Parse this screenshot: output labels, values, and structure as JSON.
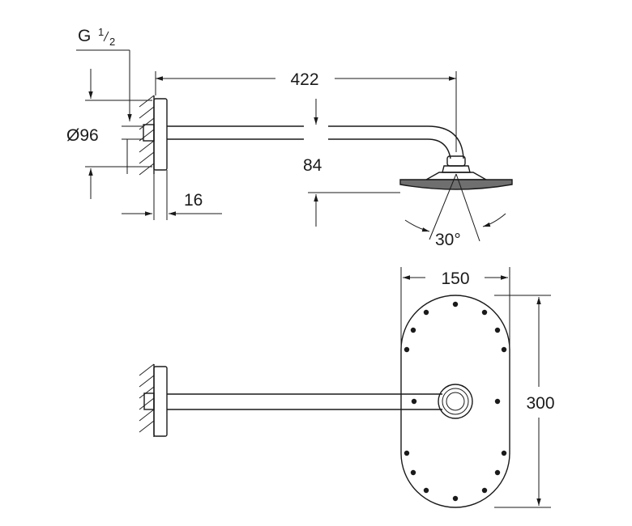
{
  "dimensions": {
    "thread": "G",
    "thread_num": "1",
    "thread_den": "2",
    "diameter": "Ø96",
    "arm_length": "422",
    "drop": "84",
    "flange_depth": "16",
    "tilt": "30°",
    "head_width": "150",
    "head_length": "300"
  }
}
